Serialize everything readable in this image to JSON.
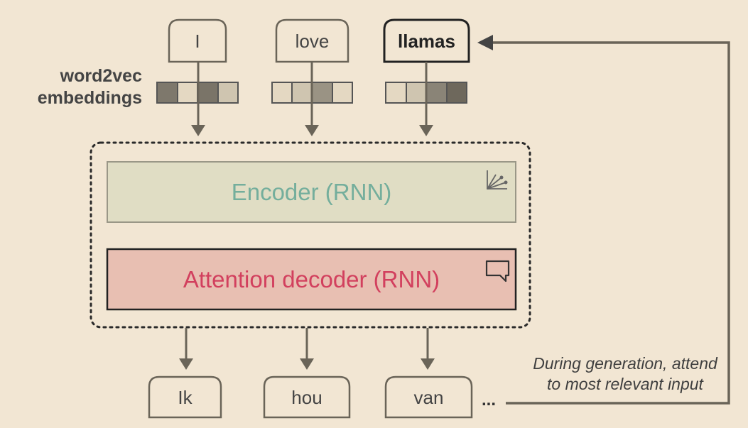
{
  "embeddings_label": [
    "word2vec",
    "embeddings"
  ],
  "inputs": [
    "I",
    "love",
    "llamas"
  ],
  "encoder_label": "Encoder (RNN)",
  "decoder_label": "Attention decoder (RNN)",
  "outputs": [
    "Ik",
    "hou",
    "van"
  ],
  "continuation": "...",
  "caption": [
    "During generation, attend",
    "to most relevant input"
  ],
  "colors": {
    "background": "#F2E6D3",
    "encoder_fill": "#E0DDC4",
    "encoder_text": "#74AE9C",
    "decoder_fill": "#E8BFB2",
    "decoder_text": "#D2405E",
    "line": "#6A6458"
  },
  "icons": {
    "encoder": "scatter-vectors-icon",
    "decoder": "speech-bubble-icon"
  }
}
